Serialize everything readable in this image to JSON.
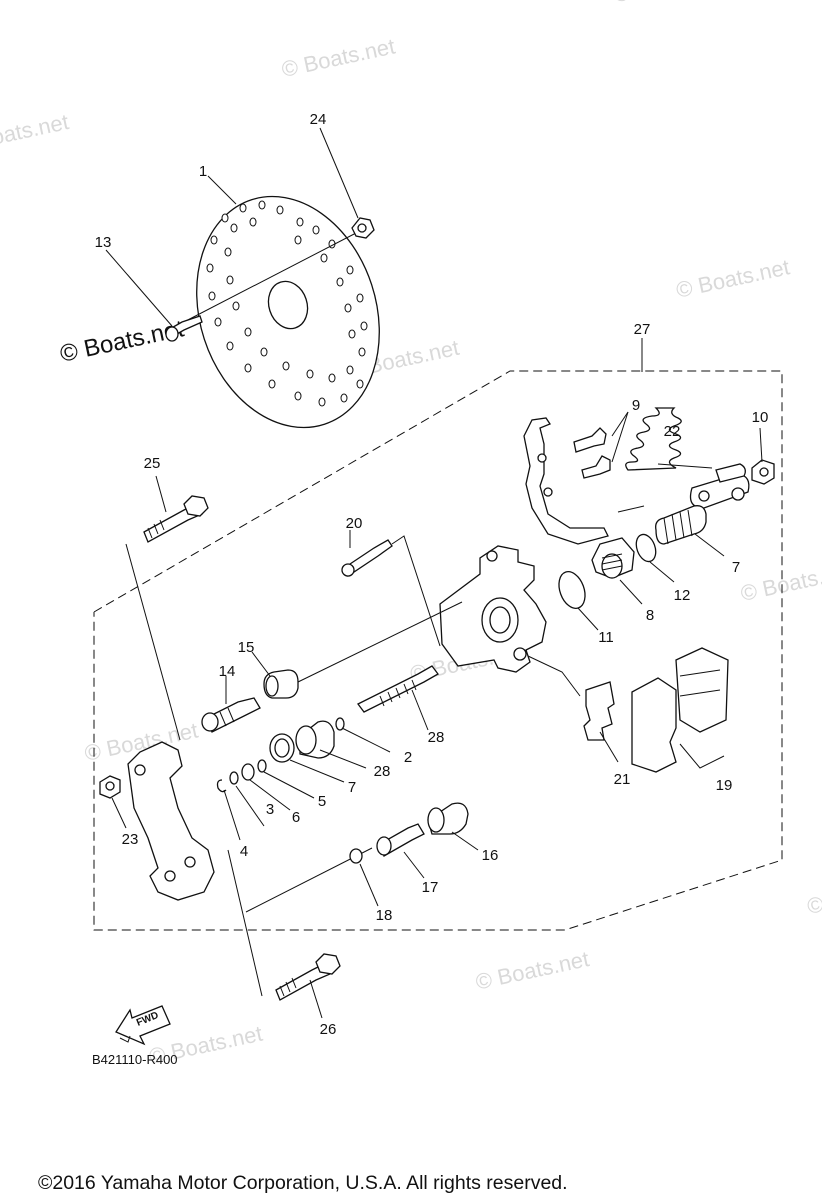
{
  "watermark": "© Boats.net",
  "copyright": "©2016 Yamaha Motor Corporation, U.S.A. All rights reserved.",
  "diagram_code": "B421110-R400",
  "fwd_label": "FWD",
  "callouts": [
    "1",
    "2",
    "3",
    "4",
    "5",
    "6",
    "7",
    "7",
    "8",
    "9",
    "10",
    "11",
    "12",
    "13",
    "14",
    "15",
    "16",
    "17",
    "18",
    "19",
    "20",
    "21",
    "22",
    "23",
    "24",
    "25",
    "26",
    "27",
    "28",
    "28"
  ]
}
